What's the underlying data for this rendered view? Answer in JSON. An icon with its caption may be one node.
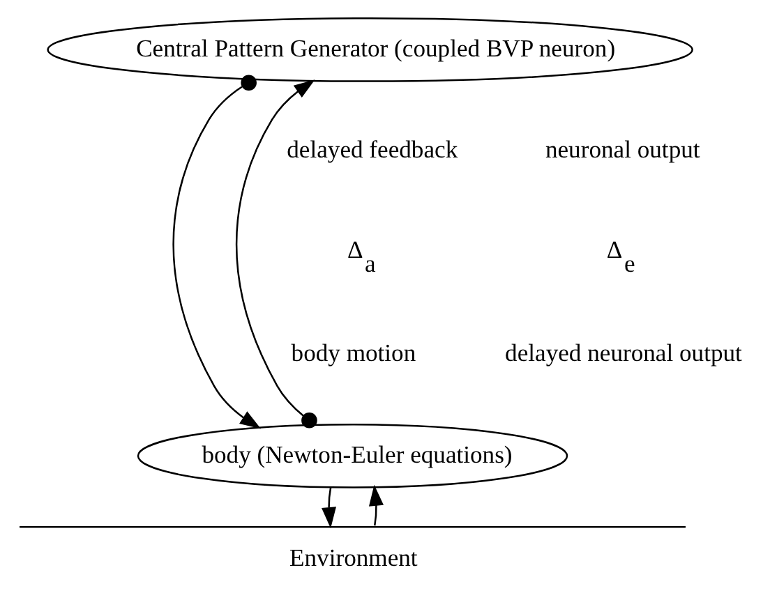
{
  "diagram": {
    "nodes": [
      {
        "text": [
          "Central Pattern Generator (coupled BVP neuron)"
        ]
      },
      {
        "text": [
          "body (Newton-Euler equations)"
        ]
      },
      {
        "text": [
          "Environment"
        ]
      }
    ],
    "edges": [
      {
        "from": 1,
        "to": 0,
        "arrow": "to"
      },
      {
        "from": 0,
        "to": 1,
        "arrow": "to"
      },
      {
        "from": 2,
        "to": 1,
        "arrow": "to"
      },
      {
        "from": 1,
        "to": 2,
        "arrow": "to"
      }
    ],
    "labels": [
      "delayed feedback",
      "neuronal output",
      "Δ$_{a}$",
      "Δ$_{e}$",
      "body motion",
      "delayed neuronal output"
    ]
  }
}
